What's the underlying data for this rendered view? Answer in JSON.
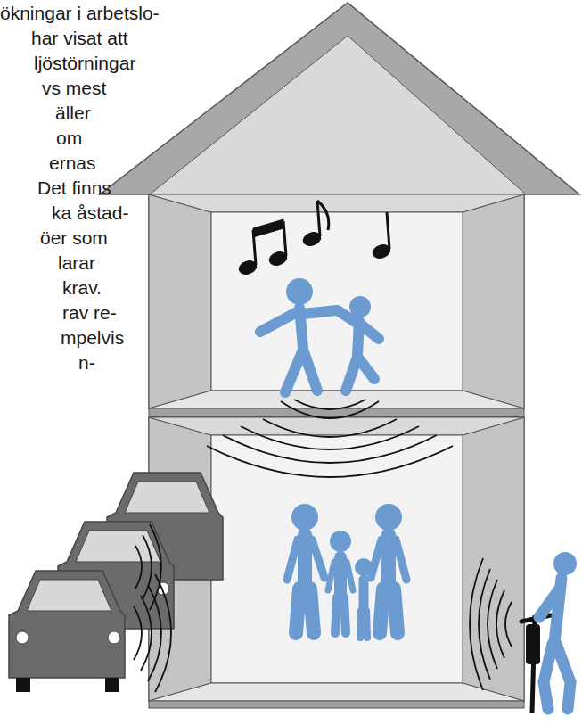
{
  "diagram": {
    "labels": [
      "ökningar i arbetslo-",
      "har visat att",
      "ljöstörningar",
      "vs mest",
      "äller",
      "om",
      "ernas",
      "Det finns",
      "ka åstad-",
      "öer som",
      "larar",
      "krav.",
      "rav re-",
      "mpelvis",
      "n-"
    ]
  }
}
